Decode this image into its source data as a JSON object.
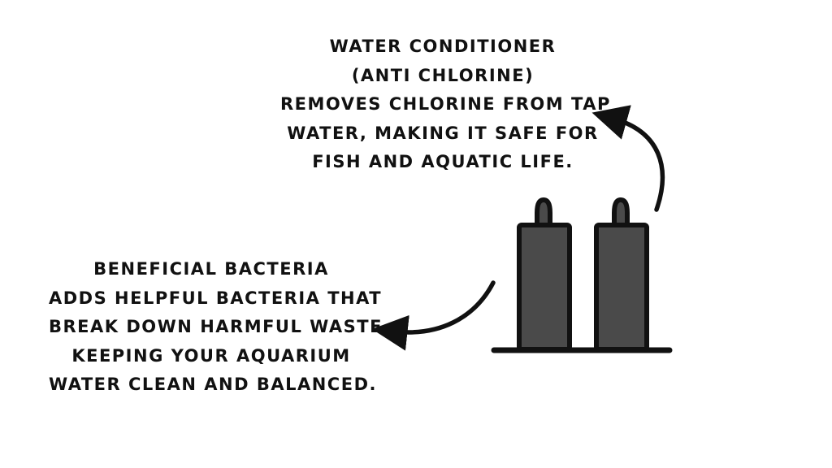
{
  "conditioner": {
    "title": "Water Conditioner",
    "subtitle": "(Anti Chlorine)",
    "desc_line1": "Removes chlorine from tap",
    "desc_line2": "water, making it safe for",
    "desc_line3": "fish and aquatic life."
  },
  "bacteria": {
    "title": "Beneficial Bacteria",
    "desc_line1": "Adds helpful bacteria that",
    "desc_line2": "break down harmful waste,",
    "desc_line3": "keeping your aquarium",
    "desc_line4": "water clean and balanced."
  },
  "colors": {
    "bottle_fill": "#4a4a4a",
    "ink": "#111111",
    "background": "#ffffff"
  }
}
